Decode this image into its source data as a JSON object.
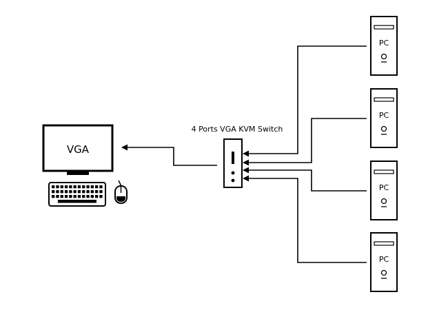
{
  "monitor": {
    "label": "VGA"
  },
  "kvm_switch": {
    "label": "4 Ports VGA KVM Switch"
  },
  "pcs": [
    {
      "label": "PC"
    },
    {
      "label": "PC"
    },
    {
      "label": "PC"
    },
    {
      "label": "PC"
    }
  ],
  "colors": {
    "stroke": "#000000",
    "background": "#ffffff"
  }
}
